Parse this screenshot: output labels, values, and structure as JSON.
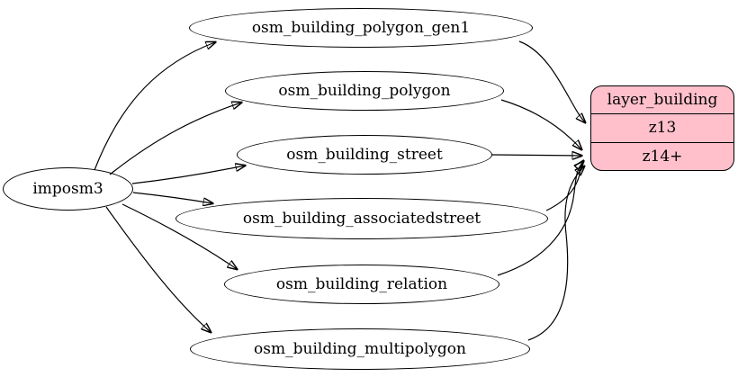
{
  "diagram": {
    "source": {
      "label": "imposm3"
    },
    "tables": [
      {
        "label": "osm_building_polygon_gen1"
      },
      {
        "label": "osm_building_polygon"
      },
      {
        "label": "osm_building_street"
      },
      {
        "label": "osm_building_associatedstreet"
      },
      {
        "label": "osm_building_relation"
      },
      {
        "label": "osm_building_multipolygon"
      }
    ],
    "layer": {
      "title": "layer_building",
      "rows": [
        "z13",
        "z14+"
      ]
    },
    "edges": [
      {
        "from": "imposm3",
        "to": "osm_building_polygon_gen1"
      },
      {
        "from": "imposm3",
        "to": "osm_building_polygon"
      },
      {
        "from": "imposm3",
        "to": "osm_building_street"
      },
      {
        "from": "imposm3",
        "to": "osm_building_associatedstreet"
      },
      {
        "from": "imposm3",
        "to": "osm_building_relation"
      },
      {
        "from": "imposm3",
        "to": "osm_building_multipolygon"
      },
      {
        "from": "osm_building_polygon_gen1",
        "to": "layer_building:z13"
      },
      {
        "from": "osm_building_polygon",
        "to": "layer_building:z14+"
      },
      {
        "from": "osm_building_street",
        "to": "layer_building:z14+"
      },
      {
        "from": "osm_building_associatedstreet",
        "to": "layer_building:z14+"
      },
      {
        "from": "osm_building_relation",
        "to": "layer_building:z14+"
      },
      {
        "from": "osm_building_multipolygon",
        "to": "layer_building:z14+"
      }
    ],
    "colors": {
      "background": "#ffffff",
      "node_fill": "#ffffff",
      "stroke": "#000000",
      "layer_fill": "#ffc0cb"
    }
  }
}
